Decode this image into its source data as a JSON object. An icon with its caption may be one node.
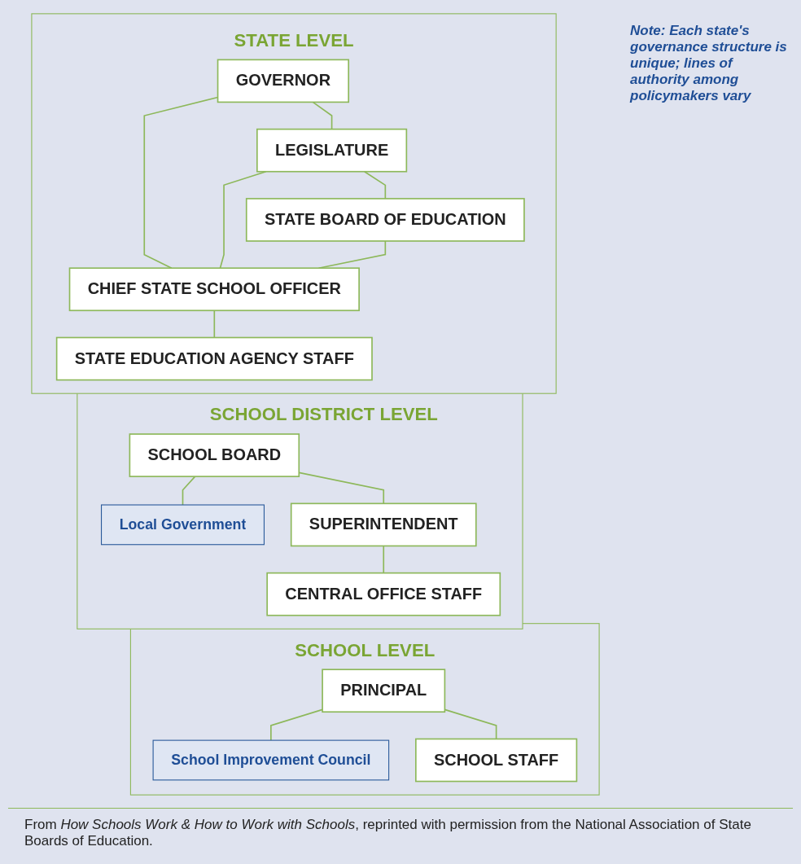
{
  "diagram": {
    "caption": "From *How Schools Work & How to Work with Schools*, reprinted with permission from the National Association of State Boards of Education.",
    "nodes": [
      {
        "text": [
          "STATE LEVEL"
        ]
      },
      {
        "text": [
          "GOVERNOR"
        ],
        "in": 0
      },
      {
        "text": [
          "LEGISLATURE"
        ],
        "in": 0
      },
      {
        "text": [
          "STATE BOARD OF EDUCATION"
        ],
        "in": 0
      },
      {
        "text": [
          "CHIEF STATE SCHOOL OFFICER"
        ],
        "in": 0
      },
      {
        "text": [
          "STATE EDUCATION AGENCY STAFF"
        ],
        "in": 0
      },
      {
        "text": [
          "SCHOOL DISTRICT LEVEL"
        ]
      },
      {
        "text": [
          "SCHOOL BOARD"
        ],
        "in": 6
      },
      {
        "text": [
          "Local Government"
        ],
        "in": 6
      },
      {
        "text": [
          "SUPERINTENDENT"
        ],
        "in": 6
      },
      {
        "text": [
          "CENTRAL OFFICE STAFF"
        ],
        "in": 6
      },
      {
        "text": [
          "SCHOOL LEVEL"
        ]
      },
      {
        "text": [
          "PRINCIPAL"
        ],
        "in": 11
      },
      {
        "text": [
          "School Improvement Council"
        ],
        "in": 11
      },
      {
        "text": [
          "SCHOOL STAFF"
        ],
        "in": 11
      }
    ],
    "edges": [
      {
        "from": 1,
        "to": 2,
        "arrow": "none"
      },
      {
        "from": 2,
        "to": 3,
        "arrow": "none"
      },
      {
        "from": 1,
        "to": 4,
        "arrow": "none"
      },
      {
        "from": 2,
        "to": 4,
        "arrow": "none"
      },
      {
        "from": 3,
        "to": 4,
        "arrow": "none"
      },
      {
        "from": 4,
        "to": 5,
        "arrow": "none"
      },
      {
        "from": 7,
        "to": 8,
        "arrow": "none"
      },
      {
        "from": 7,
        "to": 9,
        "arrow": "none"
      },
      {
        "from": 9,
        "to": 10,
        "arrow": "none"
      },
      {
        "from": 12,
        "to": 13,
        "arrow": "none"
      },
      {
        "from": 12,
        "to": 14,
        "arrow": "none"
      }
    ],
    "labels": [
      "Note: Each state's governance structure is unique; lines of authority among policymakers vary"
    ]
  }
}
